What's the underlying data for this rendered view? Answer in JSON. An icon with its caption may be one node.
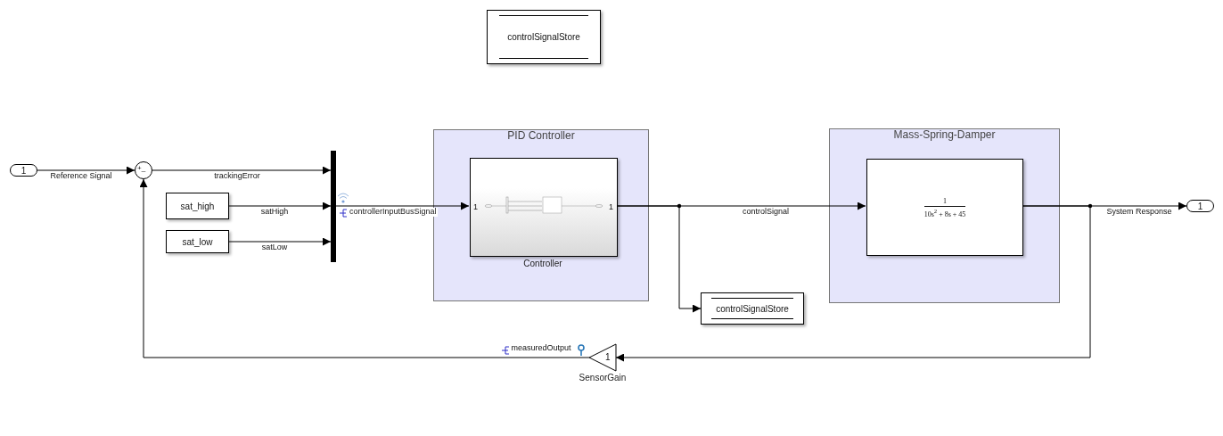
{
  "diagram": {
    "nodes": [
      {
        "text": [
          "controlSignalStore"
        ]
      },
      {
        "text": [
          "1"
        ]
      },
      {
        "text": [
          "+_"
        ]
      },
      {
        "text": [
          "sat_high"
        ]
      },
      {
        "text": [
          "sat_low"
        ]
      },
      {
        "text": [],
        "shape": "bar"
      },
      {
        "text": [
          "PID Controller"
        ]
      },
      {
        "text": [
          "1",
          "1"
        ],
        "in": 6,
        "beside": [
          "Controller"
        ]
      },
      {
        "text": [
          "Mass-Spring-Damper"
        ]
      },
      {
        "text": [
          "1",
          "10s$^{2}$ + 8s + 45"
        ],
        "in": 8
      },
      {
        "text": [
          "controlSignalStore"
        ]
      },
      {
        "text": [
          "1"
        ]
      },
      {
        "text": [
          "1"
        ],
        "beside": [
          "SensorGain"
        ]
      }
    ],
    "edges": [
      {
        "from": 1,
        "to": 2,
        "arrow": "to",
        "label": "Reference Signal"
      },
      {
        "from": 2,
        "to": 5,
        "arrow": "to",
        "label": "trackingError"
      },
      {
        "from": 3,
        "to": 5,
        "arrow": "to",
        "label": "satHigh"
      },
      {
        "from": 4,
        "to": 5,
        "arrow": "to",
        "label": "satLow"
      },
      {
        "from": 5,
        "to": 7,
        "arrow": "to",
        "label": "controllerInputBusSignal"
      },
      {
        "from": 7,
        "to": 9,
        "arrow": "to",
        "label": "controlSignal"
      },
      {
        "from": 7,
        "to": 10,
        "arrow": "to"
      },
      {
        "from": 9,
        "to": 11,
        "arrow": "to",
        "label": "System Response"
      },
      {
        "from": 9,
        "to": 12,
        "arrow": "to"
      },
      {
        "from": 12,
        "to": 2,
        "arrow": "to",
        "label": "measuredOutput"
      }
    ]
  }
}
